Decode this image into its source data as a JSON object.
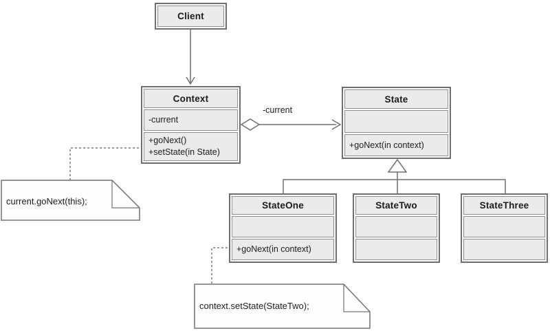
{
  "classes": {
    "client": {
      "name": "Client"
    },
    "context": {
      "name": "Context",
      "attributes": [
        "-current"
      ],
      "methods": [
        "+goNext()",
        "+setState(in State)"
      ]
    },
    "state": {
      "name": "State",
      "methods": [
        "+goNext(in context)"
      ]
    },
    "state_one": {
      "name": "StateOne",
      "methods": [
        "+goNext(in context)"
      ]
    },
    "state_two": {
      "name": "StateTwo"
    },
    "state_three": {
      "name": "StateThree"
    }
  },
  "relationships": {
    "aggregation_label": "-current"
  },
  "notes": {
    "context_note": "current.goNext(this);",
    "state_one_note": "context.setState(StateTwo);"
  },
  "colors": {
    "compartment_fill": "#ebebeb",
    "class_border": "#6e6e6e",
    "connector": "#6f6f6f",
    "background": "#ffffff",
    "text": "#1b1b1b"
  }
}
